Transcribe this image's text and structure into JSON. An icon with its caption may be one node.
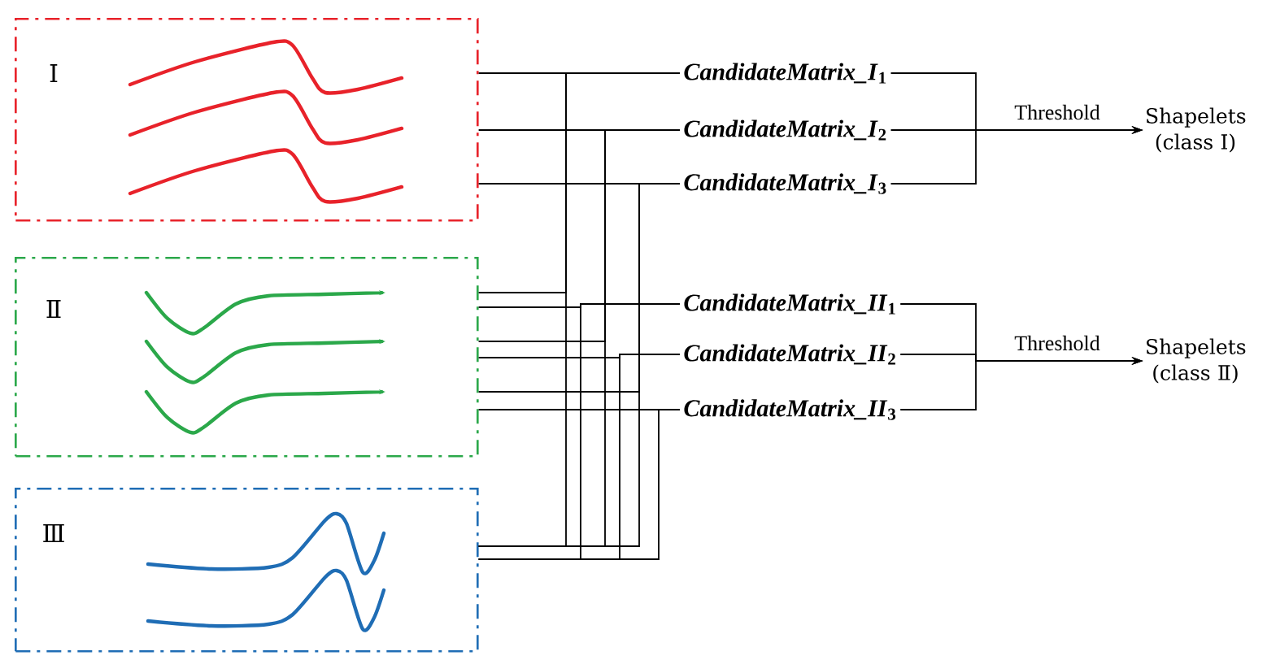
{
  "diagram": {
    "nodes": [
      {
        "text": [
          "Ⅰ"
        ]
      },
      {
        "text": [
          "Ⅱ"
        ]
      },
      {
        "text": [
          "Ⅲ"
        ]
      },
      {
        "text": [
          "*CandidateMatrix_I*$_{1}$"
        ]
      },
      {
        "text": [
          "*CandidateMatrix_I*$_{2}$"
        ]
      },
      {
        "text": [
          "*CandidateMatrix_I*$_{3}$"
        ]
      },
      {
        "text": [
          "*CandidateMatrix_II*$_{1}$"
        ]
      },
      {
        "text": [
          "*CandidateMatrix_II*$_{2}$"
        ]
      },
      {
        "text": [
          "*CandidateMatrix_II*$_{3}$"
        ]
      },
      {
        "text": [
          "Shapelets (class Ⅰ)"
        ]
      },
      {
        "text": [
          "Shapelets (class Ⅱ)"
        ]
      }
    ],
    "edges": [
      {
        "from": 0,
        "to": 3,
        "arrow": "none"
      },
      {
        "from": 0,
        "to": 4,
        "arrow": "none"
      },
      {
        "from": 0,
        "to": 5,
        "arrow": "none"
      },
      {
        "from": 1,
        "to": 3,
        "arrow": "none"
      },
      {
        "from": 1,
        "to": 4,
        "arrow": "none"
      },
      {
        "from": 1,
        "to": 5,
        "arrow": "none"
      },
      {
        "from": 1,
        "to": 6,
        "arrow": "none"
      },
      {
        "from": 1,
        "to": 7,
        "arrow": "none"
      },
      {
        "from": 1,
        "to": 8,
        "arrow": "none"
      },
      {
        "from": 2,
        "to": 3,
        "arrow": "none"
      },
      {
        "from": 2,
        "to": 4,
        "arrow": "none"
      },
      {
        "from": 2,
        "to": 5,
        "arrow": "none"
      },
      {
        "from": 2,
        "to": 6,
        "arrow": "none"
      },
      {
        "from": 2,
        "to": 7,
        "arrow": "none"
      },
      {
        "from": 2,
        "to": 8,
        "arrow": "none"
      },
      {
        "from": 3,
        "to": 9,
        "arrow": "to"
      },
      {
        "from": 4,
        "to": 9,
        "arrow": "to",
        "label": "Threshold"
      },
      {
        "from": 5,
        "to": 9,
        "arrow": "to"
      },
      {
        "from": 6,
        "to": 10,
        "arrow": "to"
      },
      {
        "from": 7,
        "to": 10,
        "arrow": "to",
        "label": "Threshold"
      },
      {
        "from": 8,
        "to": 10,
        "arrow": "to"
      }
    ]
  }
}
